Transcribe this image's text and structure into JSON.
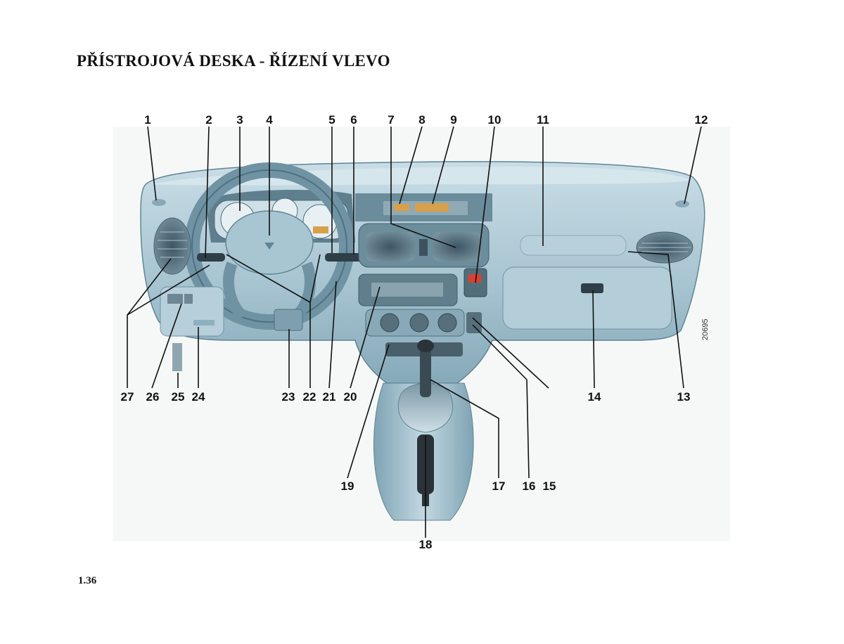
{
  "page": {
    "title": "PŘÍSTROJOVÁ DESKA - ŘÍZENÍ VLEVO",
    "page_number": "1.36"
  },
  "figure": {
    "reference_code": "20695",
    "callouts": [
      "1",
      "2",
      "3",
      "4",
      "5",
      "6",
      "7",
      "8",
      "9",
      "10",
      "11",
      "12",
      "13",
      "14",
      "15",
      "16",
      "17",
      "18",
      "19",
      "20",
      "21",
      "22",
      "23",
      "24",
      "25",
      "26",
      "27"
    ],
    "colors": {
      "dashboard": "#a9c6d3",
      "dashboard_dark": "#5f8596",
      "dashboard_light": "#d3e4ec",
      "display_amber": "#d7a04a",
      "warning_red": "#d8412f"
    }
  }
}
